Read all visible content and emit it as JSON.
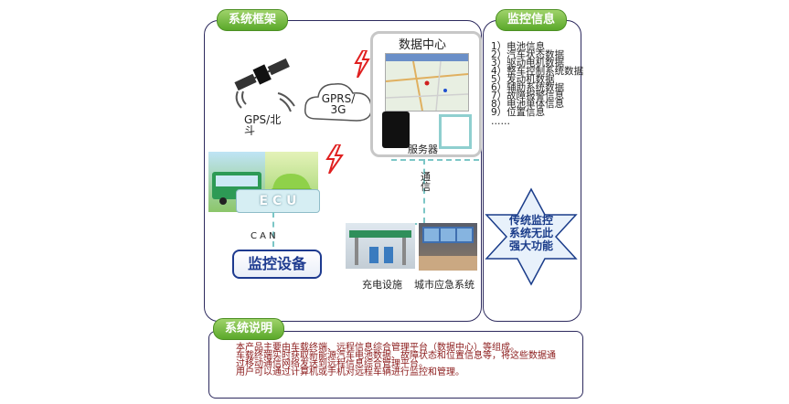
{
  "framework": {
    "tag": "系统框架",
    "data_center_title": "数据中心",
    "server_label": "服务器",
    "gps_label_line1": "GPS/北",
    "gps_label_line2": "斗",
    "gprs_label_line1": "GPRS/",
    "gprs_label_line2": "3G",
    "comm_label_line1": "通",
    "comm_label_line2": "信",
    "ecu_label": "E C U",
    "can_label": "C A N",
    "monitor_device_label": "监控设备",
    "charging_label": "充电设施",
    "emergency_label": "城市应急系统"
  },
  "monitor_info": {
    "tag": "监控信息",
    "items": [
      "1）电池信息",
      "2）汽车状态数据",
      "3）驱动电机数据",
      "4）整车控制系统数据",
      "5）发动机数据",
      "6）辅助系统数据",
      "7）故障报警信息",
      "8）电池单体信息",
      "9）位置信息",
      "……"
    ],
    "star_line1": "传统监控",
    "star_line2": "系统无此",
    "star_line3": "强大功能"
  },
  "description": {
    "tag": "系统说明",
    "lines": [
      "本产品主要由车载终端、远程信息综合管理平台（数据中心）等组成。",
      "车载终端实时获取新能源汽车电池数据、故障状态和位置信息等，将这些数据通",
      "过移动通信网络发送到远程信息综合管理平台。",
      "用户可以通过计算机或手机对远程车辆进行监控和管理。"
    ]
  },
  "colors": {
    "tag_green": "#6ab536",
    "frame_border": "#2d2a5e",
    "star_fill": "#e8f1fb",
    "star_text": "#1a3c8a",
    "desc_text": "#8b1a1a",
    "lightning": "#e02020",
    "dash": "#7cc6c6"
  }
}
